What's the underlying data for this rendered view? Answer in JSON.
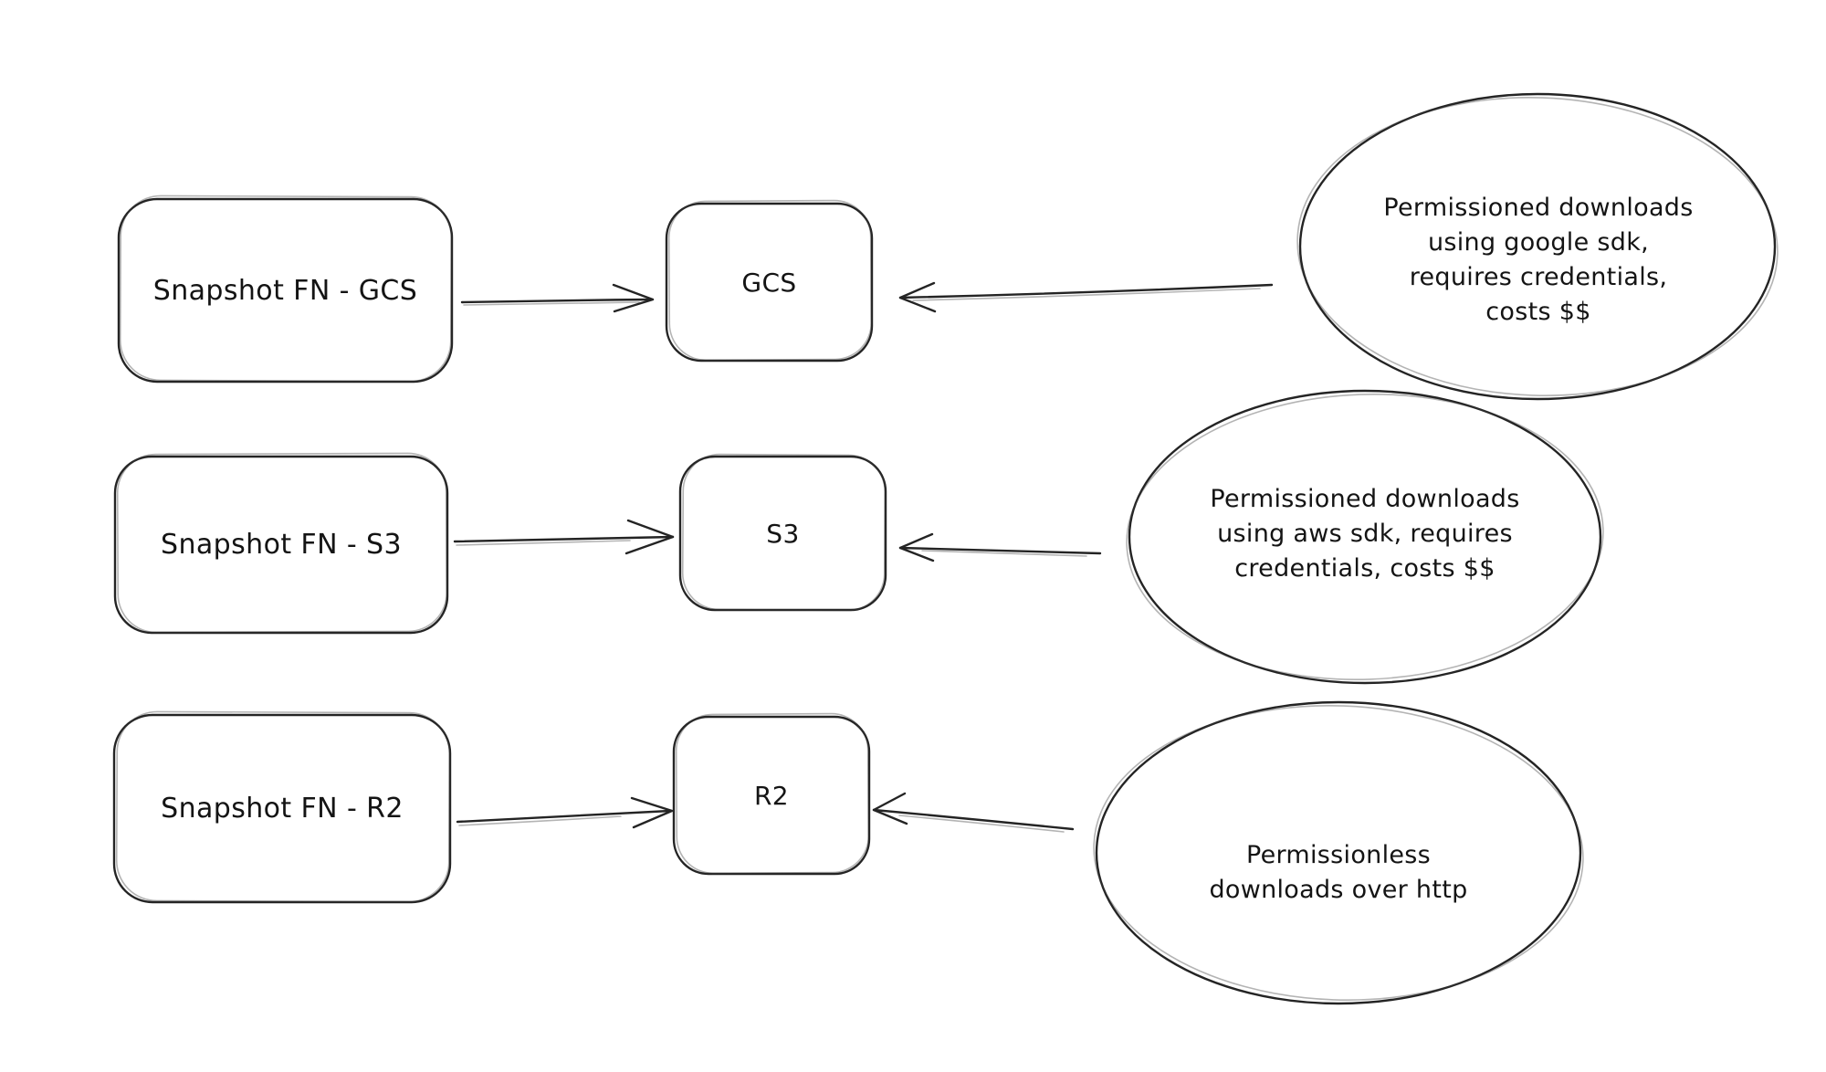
{
  "diagram": {
    "background_color": "#ffffff",
    "ink_color": "#242424",
    "style": "hand-drawn sketch",
    "rows": [
      {
        "id": "gcs",
        "source_label": "Snapshot FN - GCS",
        "target_label": "GCS",
        "note_lines": {
          "l0": "Permissioned downloads",
          "l1": "using google sdk,",
          "l2": "requires credentials,",
          "l3": "costs $$"
        }
      },
      {
        "id": "s3",
        "source_label": "Snapshot FN - S3",
        "target_label": "S3",
        "note_lines": {
          "l0": "Permissioned downloads",
          "l1": "using aws sdk, requires",
          "l2": "credentials, costs $$"
        }
      },
      {
        "id": "r2",
        "source_label": "Snapshot FN - R2",
        "target_label": "R2",
        "note_lines": {
          "l0": "Permissionless",
          "l1": "downloads over http"
        }
      }
    ]
  }
}
